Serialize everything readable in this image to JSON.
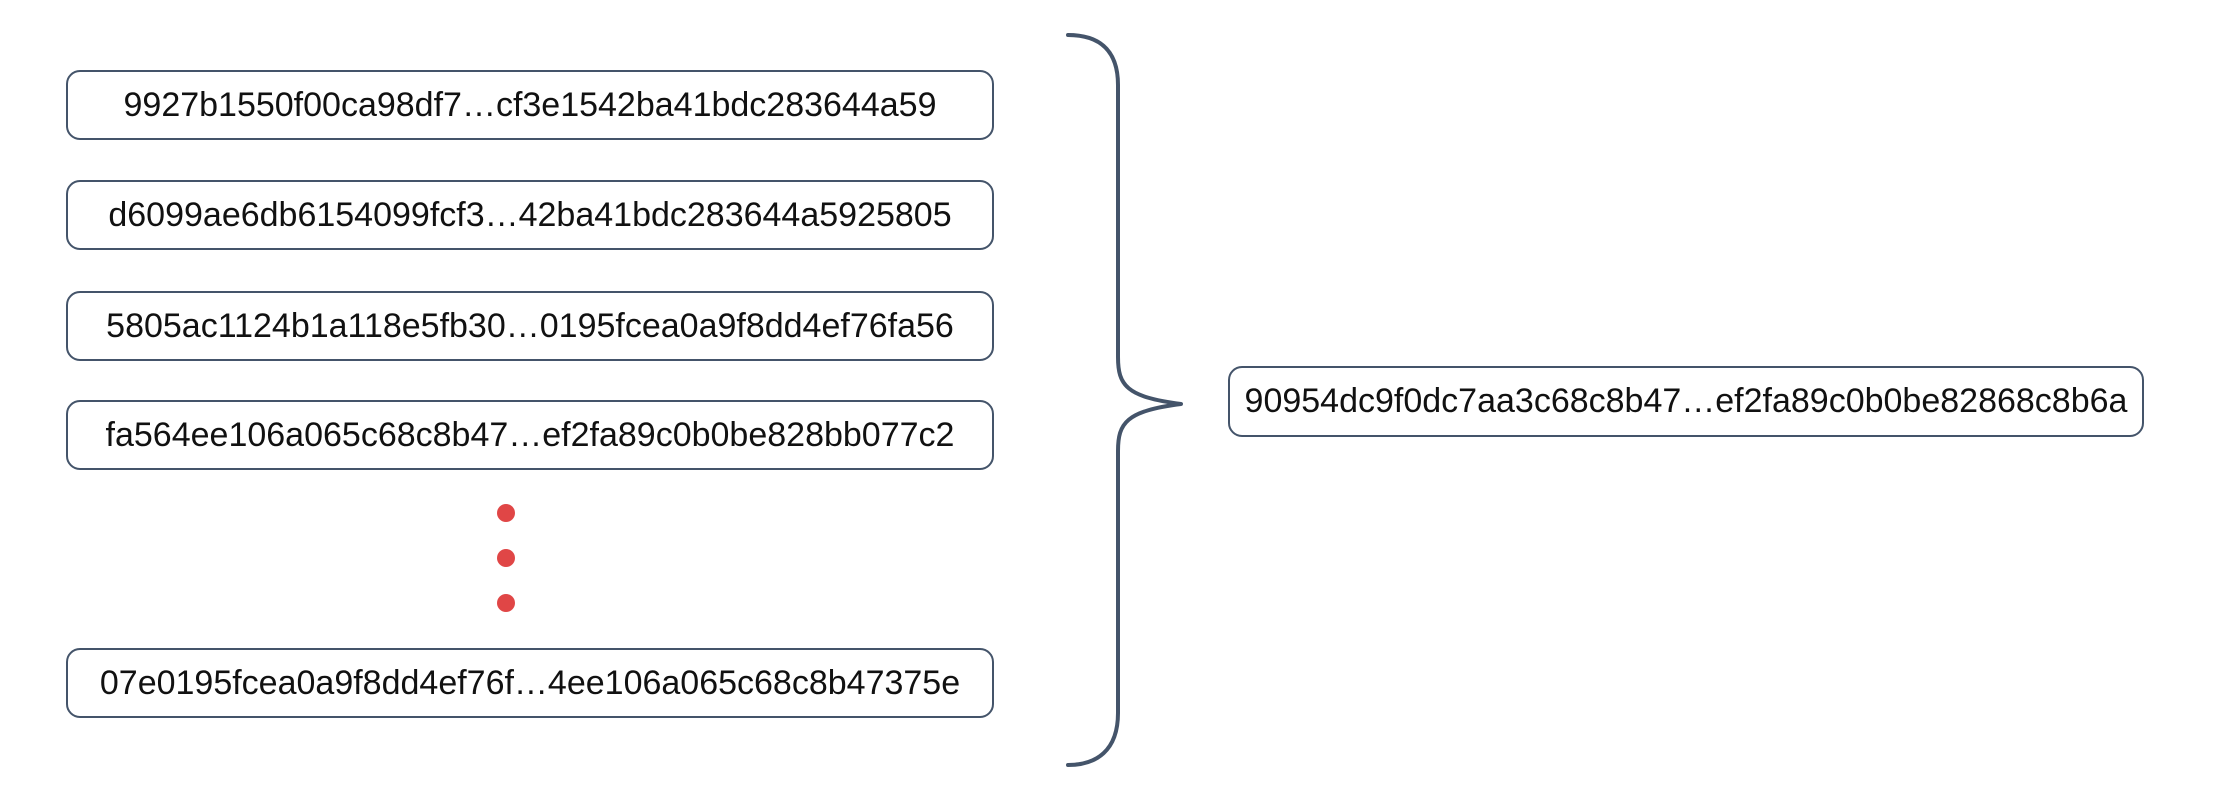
{
  "diagram": {
    "left_column": {
      "hash_boxes": [
        "9927b1550f00ca98df7…cf3e1542ba41bdc283644a59",
        "d6099ae6db6154099fcf3…42ba41bdc283644a5925805",
        "5805ac1124b1a118e5fb30…0195fcea0a9f8dd4ef76fa56",
        "fa564ee106a065c68c8b47…ef2fa89c0b0be828bb077c2",
        "07e0195fcea0a9f8dd4ef76f…4ee106a065c68c8b47375e"
      ],
      "ellipsis_dot_count": 3
    },
    "result_box": {
      "hash": "90954dc9f0dc7aa3c68c8b47…ef2fa89c0b0be82868c8b6a"
    },
    "colors": {
      "box_border": "#44546a",
      "brace": "#44546a",
      "ellipsis_dots": "#e04646",
      "text": "#111111",
      "background": "#ffffff"
    }
  }
}
